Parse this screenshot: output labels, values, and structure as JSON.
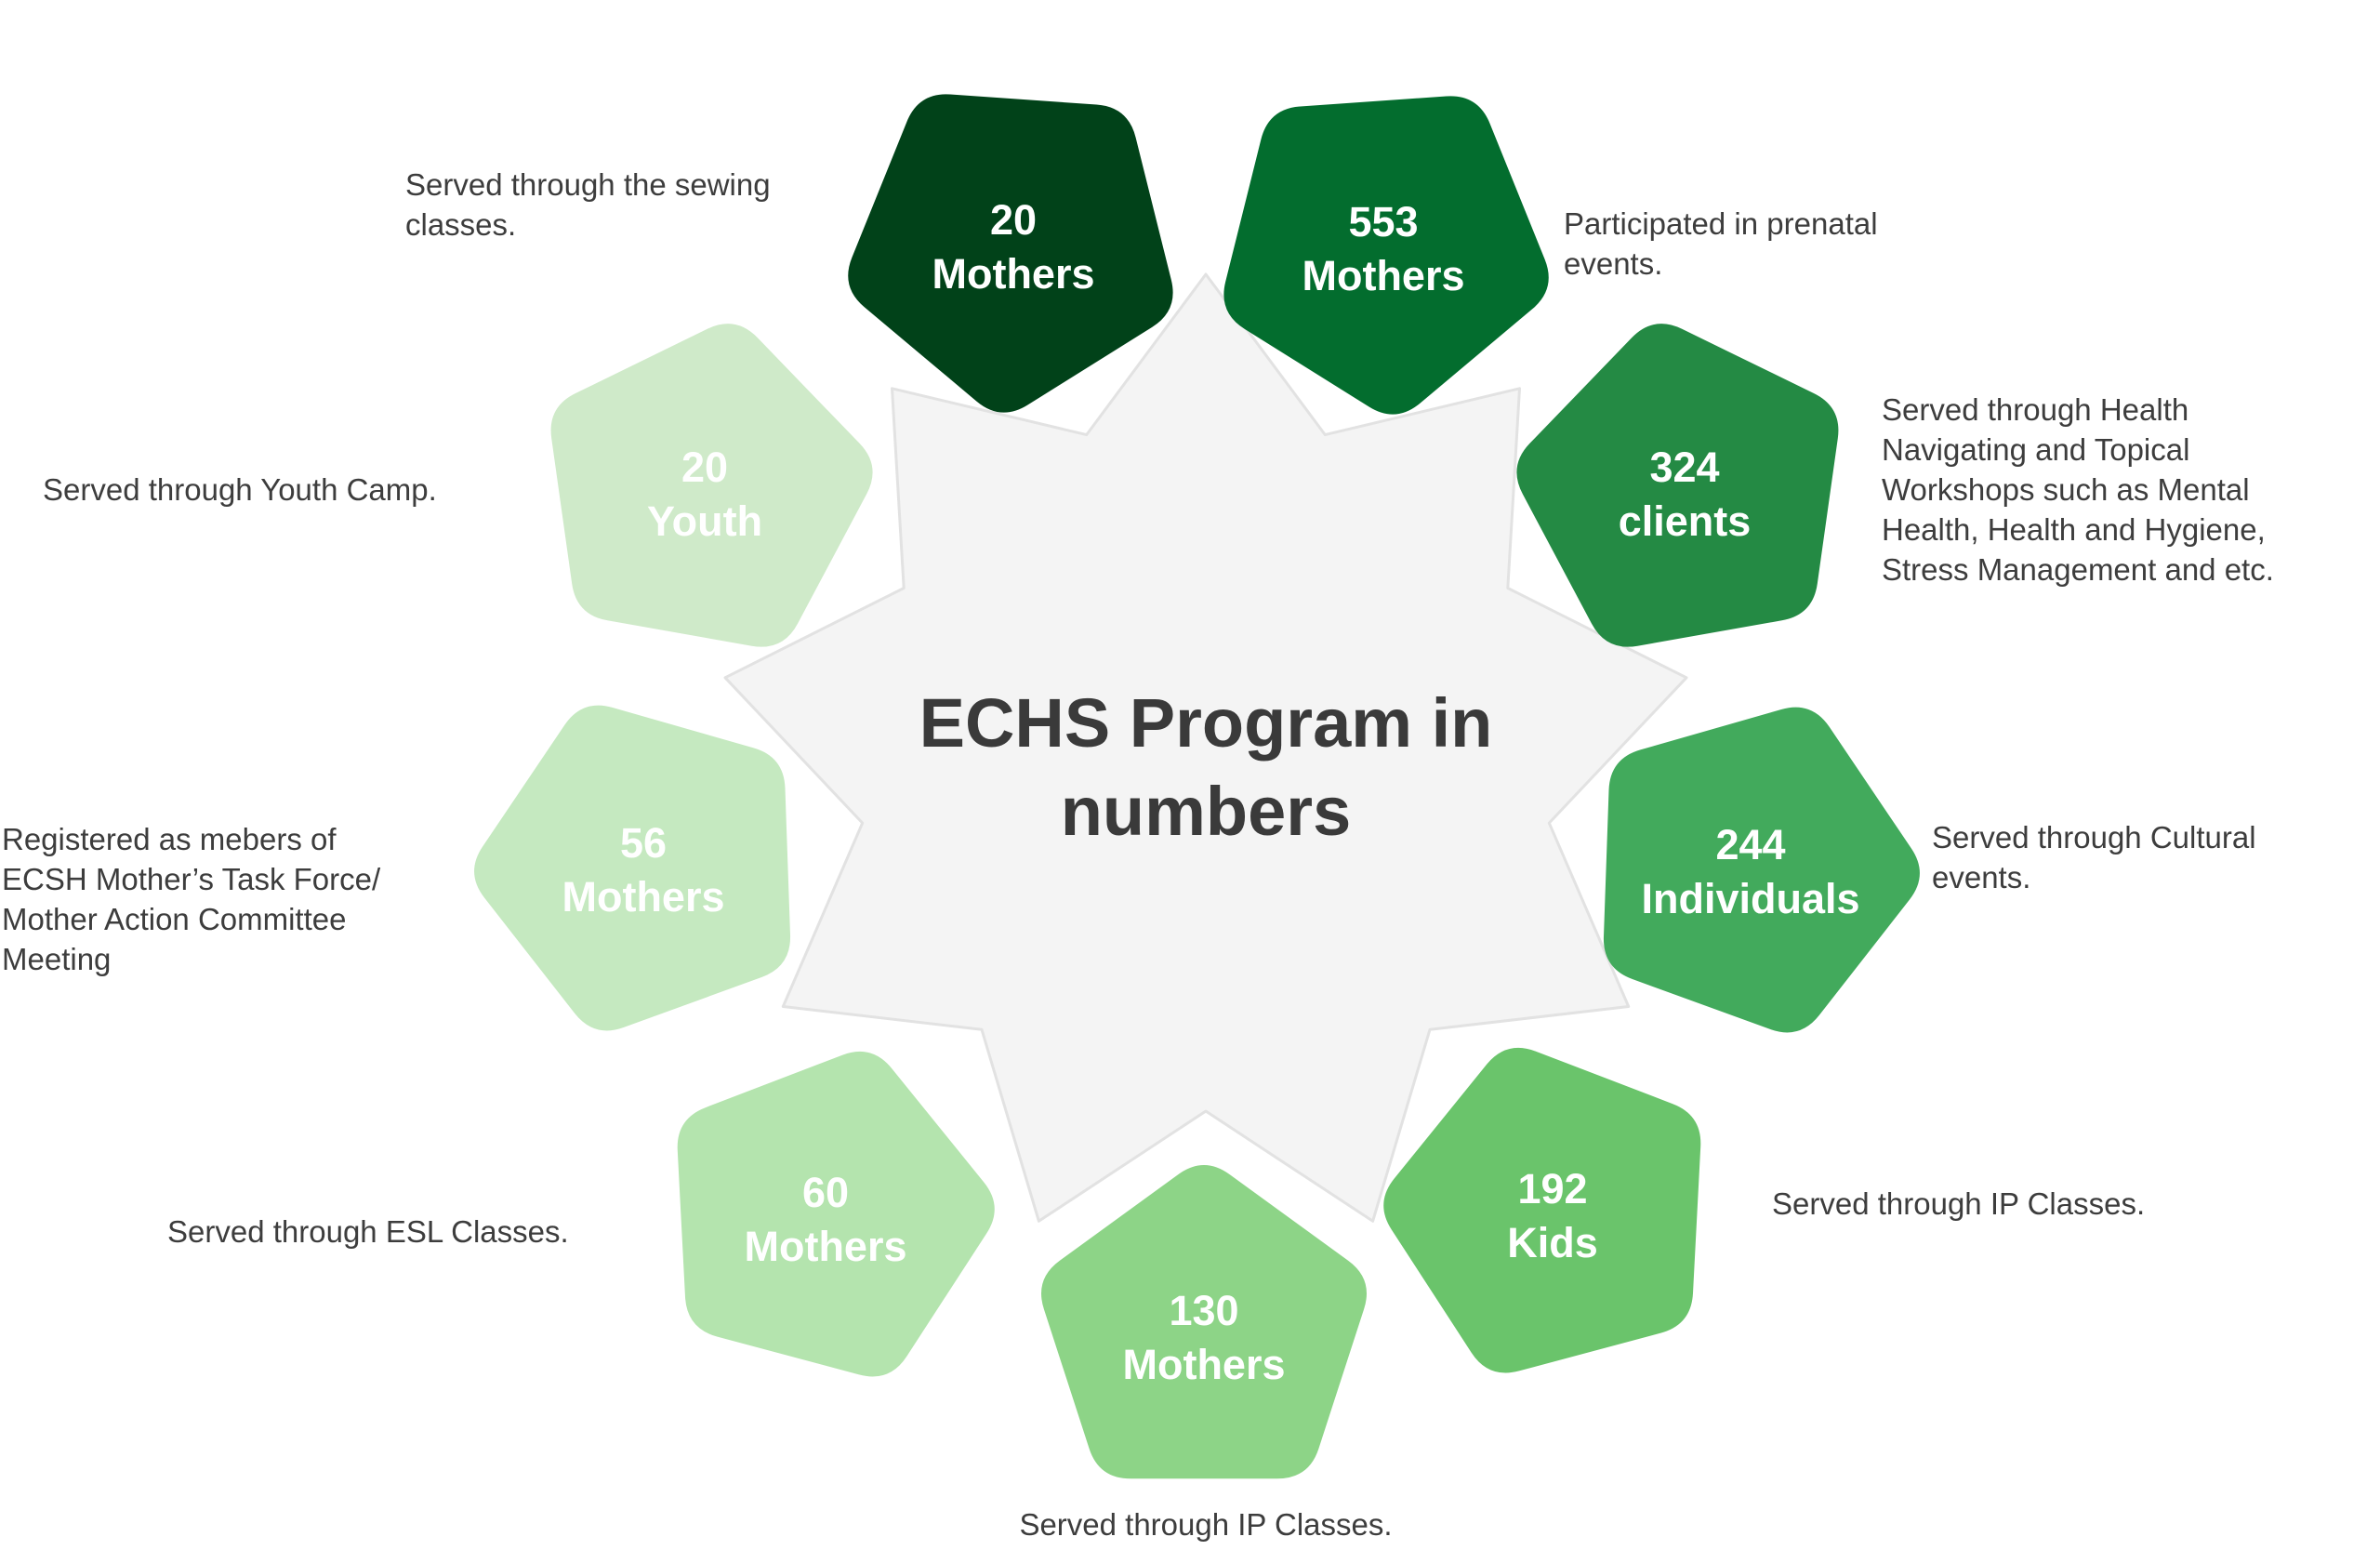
{
  "title": {
    "line1": "ECHS Program in",
    "line2": "numbers"
  },
  "stats": [
    {
      "number": "20",
      "unit": "Mothers",
      "color": "#014219",
      "text_color": "#ffffff",
      "description": [
        "Served through the sewing",
        "classes."
      ]
    },
    {
      "number": "553",
      "unit": "Mothers",
      "color": "#036d2e",
      "text_color": "#ffffff",
      "description": [
        "Participated in prenatal",
        "events."
      ]
    },
    {
      "number": "324",
      "unit": "clients",
      "color": "#248a44",
      "text_color": "#ffffff",
      "description": [
        "Served through Health",
        "Navigating and Topical",
        "Workshops such as Mental",
        "Health, Health and Hygiene,",
        "Stress Management and etc."
      ]
    },
    {
      "number": "244",
      "unit": "Individuals",
      "color": "#42aa5c",
      "text_color": "#ffffff",
      "description": [
        "Served  through Cultural",
        "events."
      ]
    },
    {
      "number": "192",
      "unit": "Kids",
      "color": "#6ac46b",
      "text_color": "#ffffff",
      "description": [
        "Served through IP Classes."
      ]
    },
    {
      "number": "130",
      "unit": "Mothers",
      "color": "#8dd487",
      "text_color": "#ffffff",
      "description": [
        "Served through IP Classes."
      ]
    },
    {
      "number": "60",
      "unit": "Mothers",
      "color": "#b4e4ae",
      "text_color": "#ffffff",
      "description": [
        "Served through ESL Classes."
      ]
    },
    {
      "number": "56",
      "unit": "Mothers",
      "color": "#c5e9c0",
      "text_color": "#ffffff",
      "description": [
        "Registered as mebers of",
        "ECSH Mother’s Task Force/",
        "Mother Action Committee",
        "Meeting"
      ]
    },
    {
      "number": "20",
      "unit": "Youth",
      "color": "#cfeac9",
      "text_color": "#ffffff",
      "description": [
        "Served through Youth Camp."
      ]
    }
  ],
  "colors": {
    "star_fill": "#f4f4f4",
    "star_stroke": "#e2e2e2",
    "description_text": "#3d3d3d",
    "title_text": "#3a3a3a"
  }
}
